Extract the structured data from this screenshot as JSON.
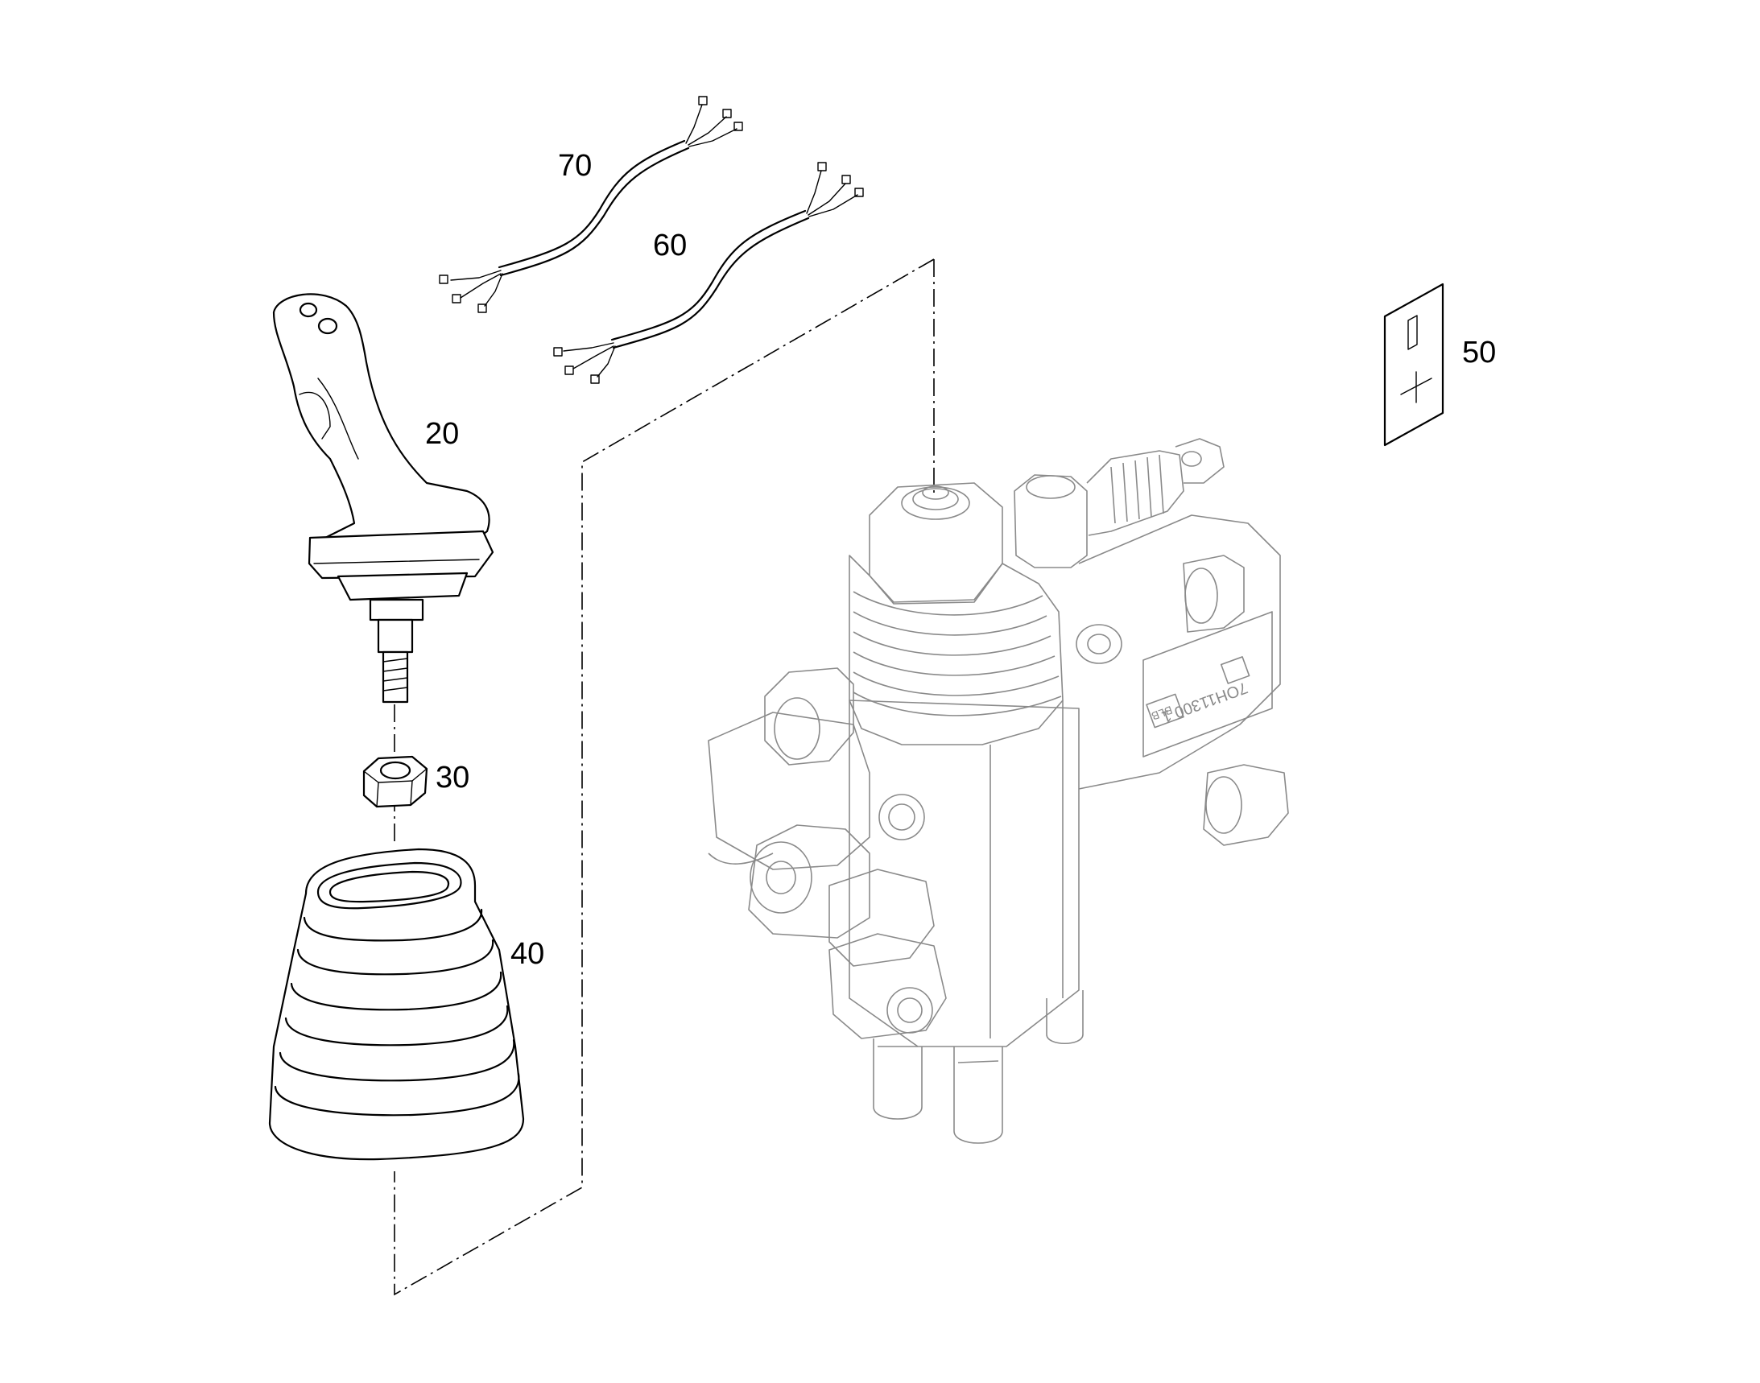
{
  "callouts": {
    "c20": "20",
    "c30": "30",
    "c40": "40",
    "c50": "50",
    "c60": "60",
    "c70": "70"
  },
  "valve_marking": {
    "code": "7OH11300 1",
    "brand": "BLB"
  },
  "colors": {
    "line": "#000000",
    "valve_line": "#8a8a8a",
    "background": "#ffffff"
  }
}
